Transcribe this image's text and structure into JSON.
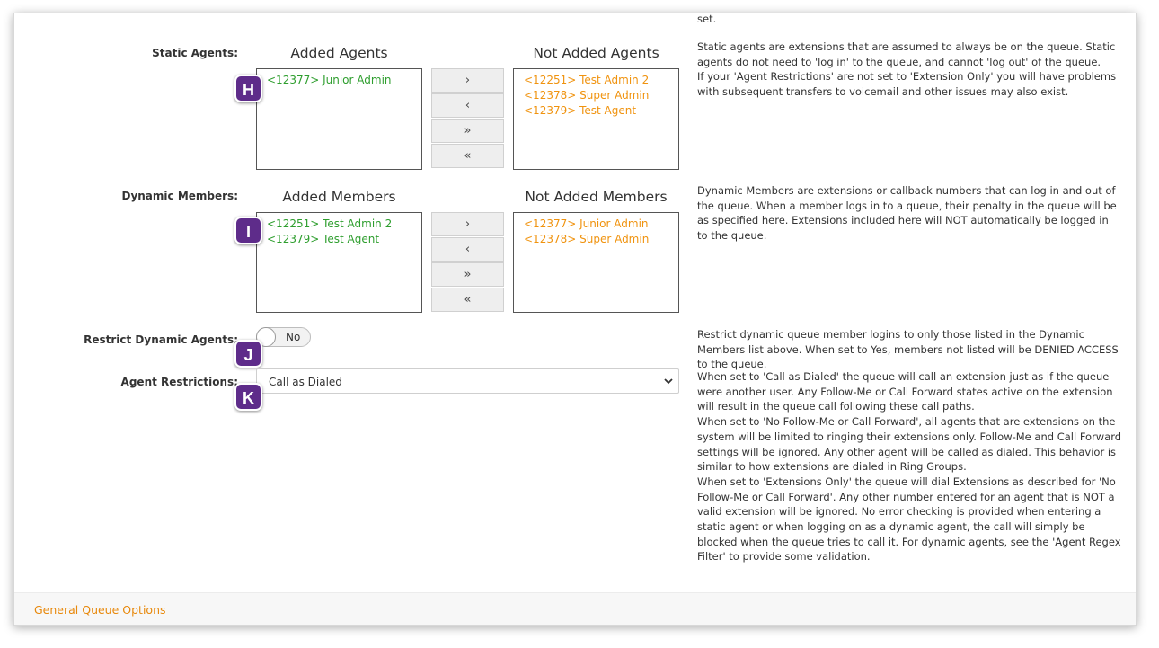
{
  "top_help_fragment": "set.",
  "static_agents": {
    "label": "Static Agents:",
    "added_title": "Added Agents",
    "not_added_title": "Not Added Agents",
    "added": [
      "<12377> Junior Admin"
    ],
    "not_added": [
      "<12251> Test Admin 2",
      "<12378> Super Admin",
      "<12379> Test Agent"
    ],
    "badge": "H",
    "help": [
      "Static agents are extensions that are assumed to always be on the queue. Static agents do not need to 'log in' to the queue, and cannot 'log out' of the queue.",
      "If your 'Agent Restrictions' are not set to 'Extension Only' you will have problems with subsequent transfers to voicemail and other issues may also exist."
    ]
  },
  "dynamic_members": {
    "label": "Dynamic Members:",
    "added_title": "Added Members",
    "not_added_title": "Not Added Members",
    "added": [
      "<12251> Test Admin 2",
      "<12379> Test Agent"
    ],
    "not_added": [
      "<12377> Junior Admin",
      "<12378> Super Admin"
    ],
    "badge": "I",
    "help": [
      "Dynamic Members are extensions or callback numbers that can log in and out of the queue. When a member logs in to a queue, their penalty in the queue will be as specified here. Extensions included here will NOT automatically be logged in to the queue."
    ]
  },
  "move_buttons": {
    "add_one": "›",
    "remove_one": "‹",
    "add_all": "»",
    "remove_all": "«"
  },
  "restrict_dynamic": {
    "label": "Restrict Dynamic Agents:",
    "value": "No",
    "badge": "J",
    "help": [
      "Restrict dynamic queue member logins to only those listed in the Dynamic Members list above. When set to Yes, members not listed will be DENIED ACCESS to the queue."
    ]
  },
  "agent_restrictions": {
    "label": "Agent Restrictions:",
    "value": "Call as Dialed",
    "badge": "K",
    "help": [
      "When set to 'Call as Dialed' the queue will call an extension just as if the queue were another user. Any Follow-Me or Call Forward states active on the extension will result in the queue call following these call paths.",
      "When set to 'No Follow-Me or Call Forward', all agents that are extensions on the system will be limited to ringing their extensions only. Follow-Me and Call Forward settings will be ignored. Any other agent will be called as dialed. This behavior is similar to how extensions are dialed in Ring Groups.",
      "When set to 'Extensions Only' the queue will dial Extensions as described for 'No Follow-Me or Call Forward'. Any other number entered for an agent that is NOT a valid extension will be ignored. No error checking is provided when entering a static agent or when logging on as a dynamic agent, the call will simply be blocked when the queue tries to call it. For dynamic agents, see the 'Agent Regex Filter' to provide some validation."
    ]
  },
  "footer": {
    "link": "General Queue Options"
  },
  "colors": {
    "added_text": "#2e9e2e",
    "not_added_text": "#f0930f",
    "badge": "#5e2c8a",
    "footer_link": "#e8890c"
  }
}
